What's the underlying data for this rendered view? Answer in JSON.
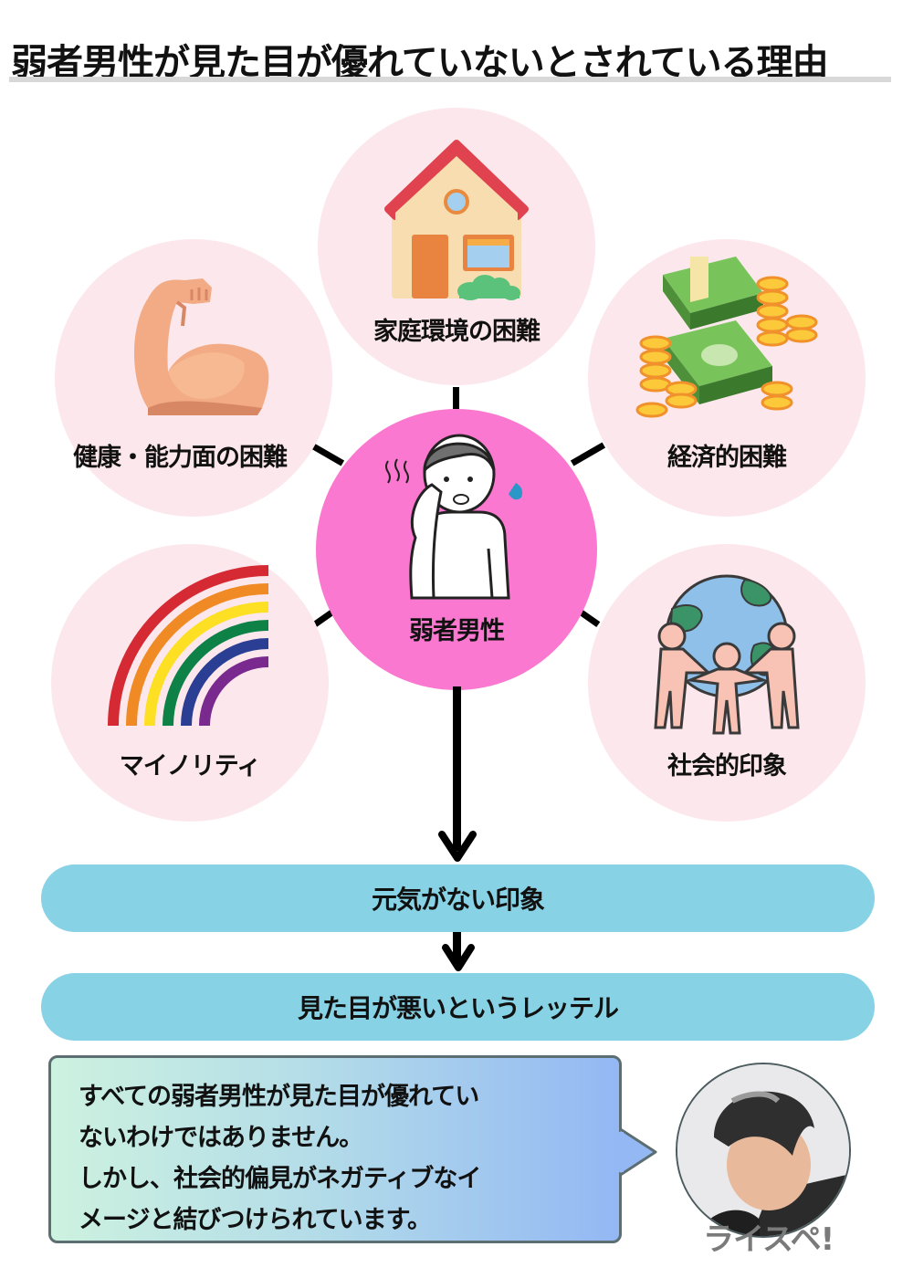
{
  "title": "弱者男性が見た目が優れていないとされている理由",
  "center": {
    "label": "弱者男性",
    "icon": "sweating-man-icon",
    "color": "#fb78d0"
  },
  "factors": [
    {
      "id": "home",
      "label": "家庭環境の困難",
      "icon": "house-icon"
    },
    {
      "id": "health",
      "label": "健康・能力面の困難",
      "icon": "flexed-arm-icon"
    },
    {
      "id": "money",
      "label": "経済的困難",
      "icon": "money-coins-icon"
    },
    {
      "id": "minority",
      "label": "マイノリティ",
      "icon": "rainbow-icon"
    },
    {
      "id": "social",
      "label": "社会的印象",
      "icon": "people-globe-icon"
    }
  ],
  "factor_circle_color": "#fce8ec",
  "flow": [
    {
      "label": "元気がない印象"
    },
    {
      "label": "見た目が悪いというレッテル"
    }
  ],
  "flow_color": "#87d2e4",
  "comment": {
    "lines": [
      "すべての弱者男性が見た目が優れてい",
      "ないわけではありません。",
      "しかし、社会的偏見がネガティブなイ",
      "メージと結びつけられています。"
    ]
  },
  "avatar": {
    "icon": "author-photo"
  },
  "watermark": "ライスペ!"
}
